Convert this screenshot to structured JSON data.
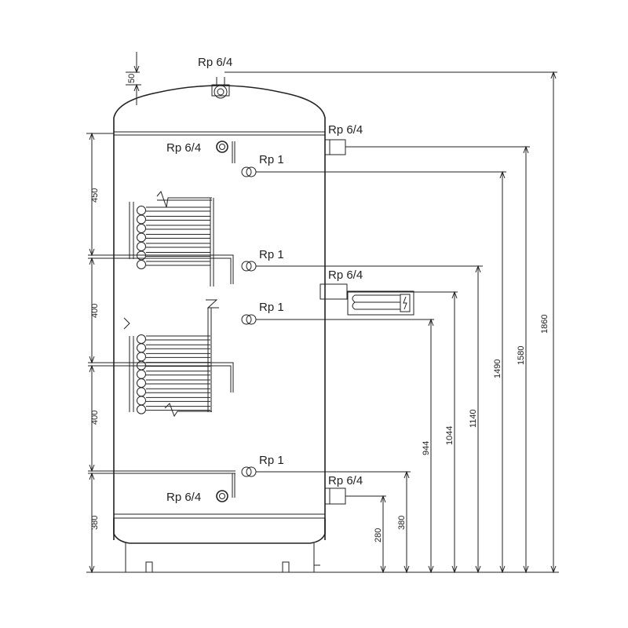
{
  "connections": {
    "top": "Rp 6/4",
    "upper_left": "Rp 6/4",
    "upper_right": "Rp 6/4",
    "rp1_a": "Rp 1",
    "rp1_b": "Rp 1",
    "rp1_c": "Rp 1",
    "heater": "Rp 6/4",
    "rp1_d": "Rp 1",
    "lower_right": "Rp 6/4",
    "lower_left": "Rp 6/4"
  },
  "left_dims": {
    "top_offset": "50",
    "d1": "450",
    "d2": "400",
    "d3": "400",
    "d4": "380"
  },
  "right_dims": {
    "h280": "280",
    "h380": "380",
    "h944": "944",
    "h1044": "1044",
    "h1140": "1140",
    "h1490": "1490",
    "h1580": "1580",
    "h1860": "1860"
  }
}
